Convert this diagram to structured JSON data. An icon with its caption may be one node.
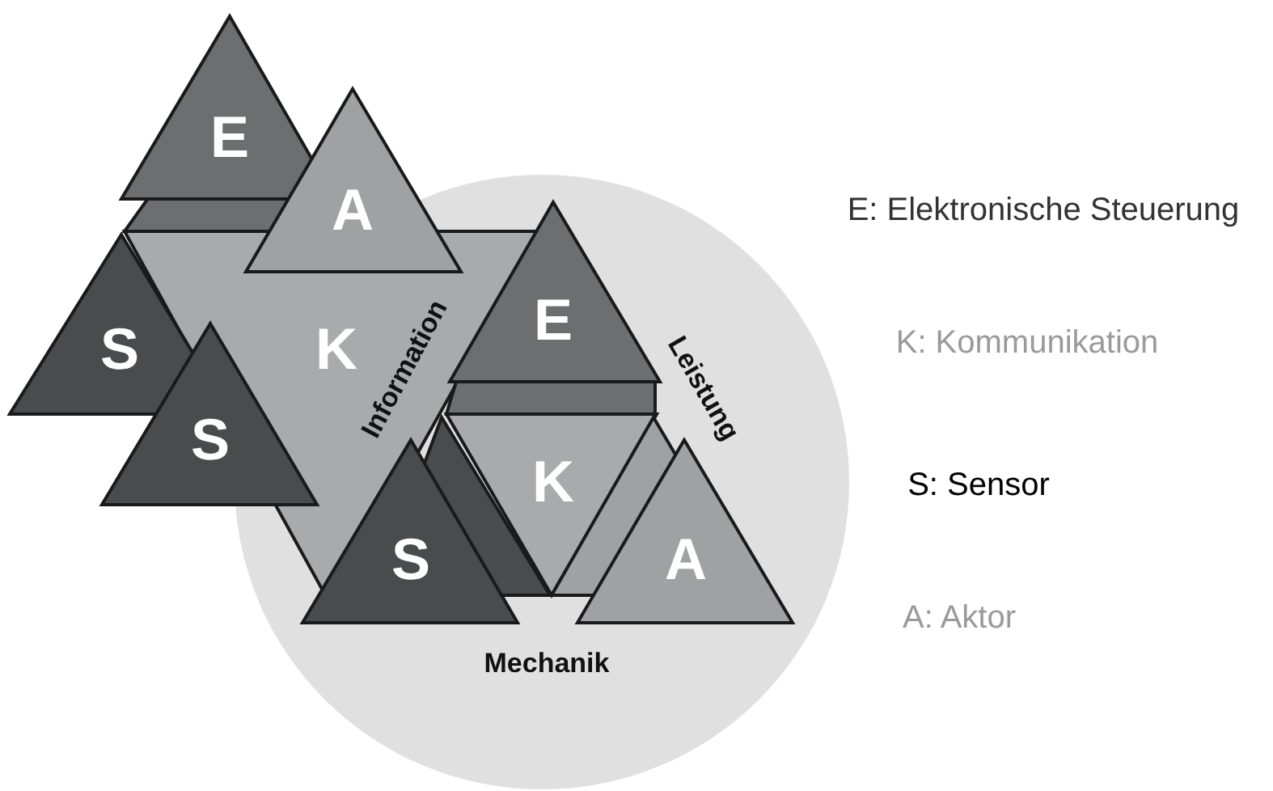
{
  "diagram": {
    "nodes": [
      {
        "text": [
          "E"
        ]
      },
      {
        "text": [
          "A"
        ]
      },
      {
        "text": [
          "S"
        ]
      },
      {
        "text": [
          "K"
        ]
      },
      {
        "text": [
          "S"
        ]
      },
      {
        "text": [
          "E"
        ]
      },
      {
        "text": [
          "K"
        ]
      },
      {
        "text": [
          "S"
        ]
      },
      {
        "text": [
          "A"
        ]
      }
    ],
    "labels": [
      "E: Elektronische Steuerung",
      "Information",
      "Leistung",
      "K: Kommunikation",
      "S: Sensor",
      "A: Aktor",
      "Mechanik"
    ]
  }
}
